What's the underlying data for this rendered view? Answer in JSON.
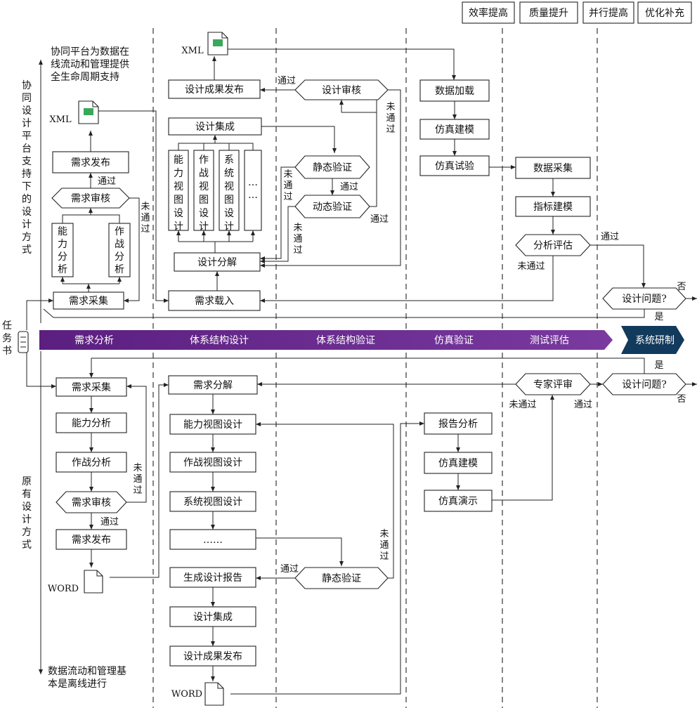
{
  "top_tags": [
    "效率提高",
    "质量提升",
    "并行提高",
    "优化补充"
  ],
  "side": {
    "new_mode": "协同设计平台支持下的设计方式",
    "old_mode": "原有设计方式",
    "task": "任务书"
  },
  "notes": {
    "top": [
      "协同平台为数据在",
      "线流动和管理提供",
      "全生命周期支持"
    ],
    "bottom": [
      "数据流动和管理基",
      "本是离线进行"
    ]
  },
  "band": {
    "stages": [
      "需求分析",
      "体系结构设计",
      "体系结构验证",
      "仿真验证",
      "测试评估"
    ],
    "final": "系统研制"
  },
  "labels": {
    "xml": "XML",
    "word": "WORD",
    "pass": "通过",
    "fail": "未通过",
    "yes": "是",
    "no": "否",
    "dots": "……",
    "vdots": "…",
    "more": "……"
  },
  "upper": {
    "req_release": "需求发布",
    "req_review": "需求审核",
    "cap_analysis": "能力分析",
    "op_analysis": "作战分析",
    "req_collect": "需求采集",
    "design_release": "设计成果发布",
    "design_review": "设计审核",
    "design_integration": "设计集成",
    "views": [
      "能力视图设计",
      "作战视图设计",
      "系统视图设计"
    ],
    "static_verify": "静态验证",
    "dynamic_verify": "动态验证",
    "design_decompose": "设计分解",
    "req_load": "需求载入",
    "data_load": "数据加载",
    "sim_model": "仿真建模",
    "sim_test": "仿真试验",
    "data_collect": "数据采集",
    "index_model": "指标建模",
    "analysis_eval": "分析评估",
    "design_problem": "设计问题?"
  },
  "lower": {
    "req_collect": "需求采集",
    "cap_analysis": "能力分析",
    "op_analysis": "作战分析",
    "req_review": "需求审核",
    "req_release": "需求发布",
    "req_decompose": "需求分解",
    "cap_view": "能力视图设计",
    "op_view": "作战视图设计",
    "sys_view": "系统视图设计",
    "gen_report": "生成设计报告",
    "static_verify": "静态验证",
    "design_integration": "设计集成",
    "design_release": "设计成果发布",
    "report_analysis": "报告分析",
    "sim_model": "仿真建模",
    "sim_demo": "仿真演示",
    "expert_review": "专家评审",
    "design_problem": "设计问题?"
  },
  "colors": {
    "band": "#6a2a8f",
    "final": "#123a5c",
    "line": "#222222"
  }
}
